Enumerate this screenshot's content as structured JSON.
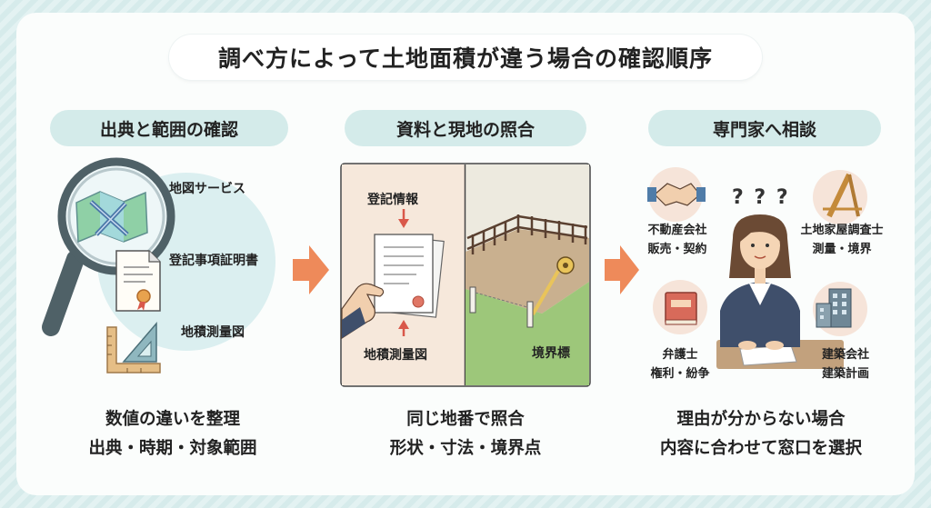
{
  "title": "調べ方によって土地面積が違う場合の確認順序",
  "steps": [
    {
      "heading": "出典と範囲の確認",
      "labels": [
        "地図サービス",
        "登記事項証明書",
        "地積測量図"
      ],
      "caption_lines": [
        "数値の違いを整理",
        "出典・時期・対象範囲"
      ]
    },
    {
      "heading": "資料と現地の照合",
      "labels": [
        "登記情報",
        "地積測量図",
        "境界標"
      ],
      "caption_lines": [
        "同じ地番で照合",
        "形状・寸法・境界点"
      ]
    },
    {
      "heading": "専門家へ相談",
      "experts": [
        {
          "lines": [
            "不動産会社",
            "販売・契約"
          ],
          "icon": "handshake-icon"
        },
        {
          "lines": [
            "土地家屋調査士",
            "測量・境界"
          ],
          "icon": "survey-tool-icon"
        },
        {
          "lines": [
            "弁護士",
            "権利・紛争"
          ],
          "icon": "law-book-icon"
        },
        {
          "lines": [
            "建築会社",
            "建築計画"
          ],
          "icon": "building-icon"
        }
      ],
      "question_marks": "? ? ?",
      "caption_lines": [
        "理由が分からない場合",
        "内容に合わせて窓口を選択"
      ]
    }
  ],
  "colors": {
    "background": "#d8ecec",
    "card": "#fbfdfc",
    "pill": "#d4ebea",
    "arrow": "#ee8a5a",
    "circle": "#dbeff0",
    "paper_panel": "#f6e8db",
    "field_panel": "#edeadf"
  }
}
